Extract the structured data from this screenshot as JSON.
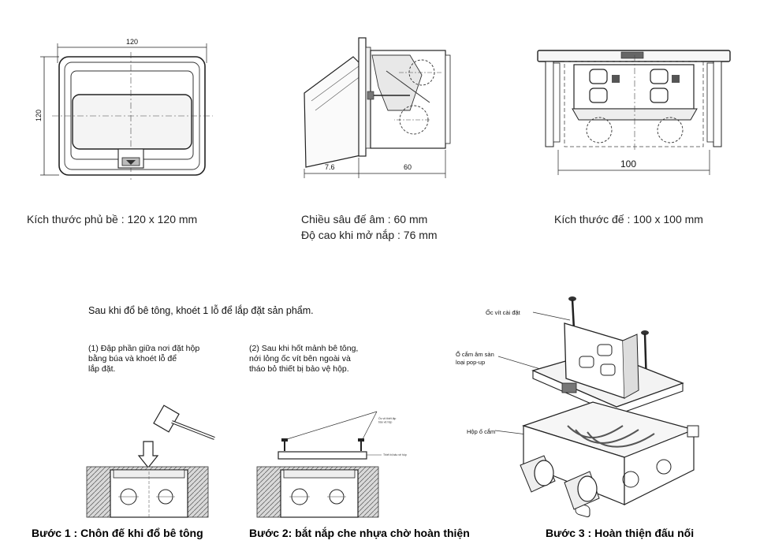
{
  "dimensions": {
    "cover": {
      "width": "120",
      "height": "120"
    },
    "side": {
      "depth_a": "7.6",
      "depth_b": "60"
    },
    "base": {
      "width": "100"
    }
  },
  "captions": {
    "cover": "Kích thước phủ bề : 120  x 120 mm",
    "depth_line1": "Chiều sâu đế âm : 60 mm",
    "depth_line2": "Độ cao khi mở nắp : 76 mm",
    "base": "Kích thước đế : 100 x 100 mm"
  },
  "install": {
    "heading": "Sau khi đổ bê tông, khoét 1 lỗ để lắp đặt sản phẩm.",
    "note1": "(1)  Đập phần giữa nơi đặt hộp\n      bằng búa và khoét lỗ để\n      lắp đặt.",
    "note2": "(2)  Sau khi hốt mảnh bê tông,\n      nới lỏng ốc vít bên ngoài và\n      tháo bỏ thiết bị bảo vệ hộp.",
    "tiny1": "Ốc vít thiết lập\nbảo vệ hộp",
    "tiny2": "Thiết bị bảo vệ hộp"
  },
  "exploded": {
    "screw": "Ốc vít cài đặt",
    "socket_line1": "Ổ cắm âm sàn",
    "socket_line2": "loại pop-up",
    "box": "Hộp ổ cắm"
  },
  "steps": {
    "step1": "Bước 1 : Chôn đế khi đổ bê tông",
    "step2": "Bước 2: bắt nắp che nhựa chờ hoàn thiện",
    "step3": "Bước 3 : Hoàn thiện đấu nối"
  }
}
